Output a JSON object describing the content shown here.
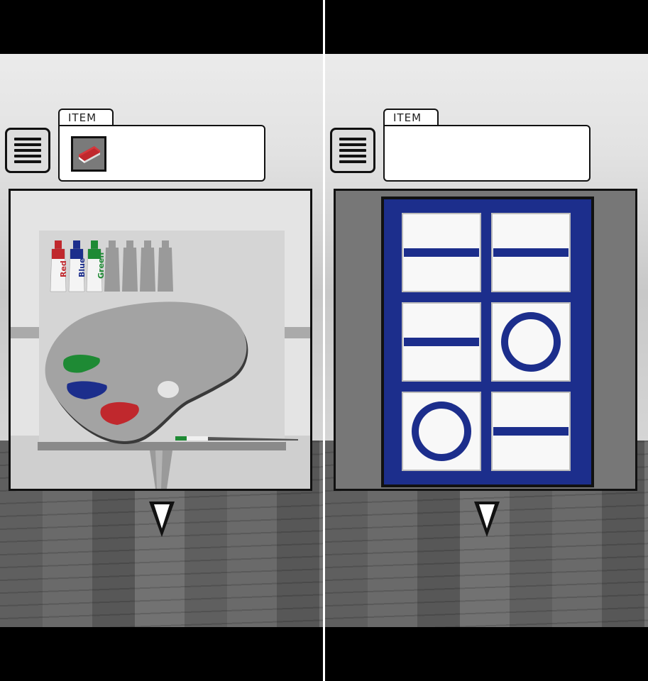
{
  "left_screen": {
    "inventory": {
      "label": "ITEM",
      "items": [
        {
          "name": "book-icon",
          "color": "#c0282d"
        }
      ]
    },
    "scene": {
      "paint_tubes": [
        {
          "label": "Red",
          "color": "#c0282d"
        },
        {
          "label": "Blue",
          "color": "#1c2e8c"
        },
        {
          "label": "Green",
          "color": "#1e8a34"
        },
        {
          "label": "",
          "color": "#9a9a9a"
        },
        {
          "label": "",
          "color": "#9a9a9a"
        },
        {
          "label": "",
          "color": "#9a9a9a"
        },
        {
          "label": "",
          "color": "#9a9a9a"
        }
      ],
      "palette_paints": [
        "green",
        "blue",
        "red"
      ]
    }
  },
  "right_screen": {
    "inventory": {
      "label": "ITEM",
      "items": []
    },
    "scene": {
      "board_color": "#1c2e8c",
      "cards": [
        "line",
        "line",
        "line",
        "circle",
        "circle",
        "line"
      ]
    }
  },
  "icons": {
    "menu": "menu-icon",
    "back": "down-triangle-icon"
  }
}
